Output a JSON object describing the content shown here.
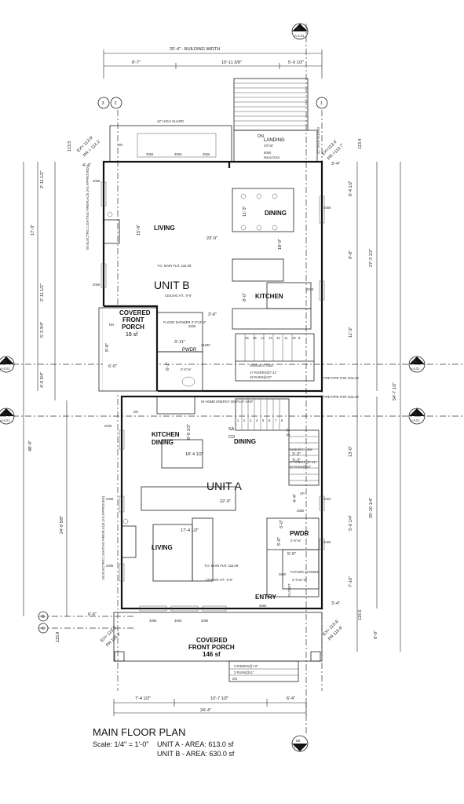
{
  "title": "MAIN FLOOR PLAN",
  "scale": "Scale: 1/4\" = 1'-0\"",
  "areas": {
    "unit_a": "UNIT A - AREA: 613.0 sf",
    "unit_b": "UNIT B - AREA: 630.0 sf"
  },
  "units": {
    "a": "UNIT A",
    "b": "UNIT B"
  },
  "rooms": {
    "landing": "LANDING",
    "landing_size": "3'6\"x8'",
    "dining_b": "DINING",
    "living_b": "LIVING",
    "kitchen_b": "KITCHEN",
    "covered_porch_b_1": "COVERED",
    "covered_porch_b_2": "FRONT",
    "covered_porch_b_3": "PORCH",
    "porch_b_area": "18 sf",
    "pwdr_b": "PWDR",
    "kitchen_dining_a_1": "KITCHEN",
    "kitchen_dining_a_2": "DINING",
    "dining_a": "DINING",
    "living_a": "LIVING",
    "pwdr_a": "PWDR",
    "entry_a": "ENTRY",
    "covered_porch_a_1": "COVERED",
    "covered_porch_a_2": "FRONT PORCH",
    "porch_a_area": "146 sf"
  },
  "notes": {
    "building_width": "25'-4\" - BUILDING WIDTH",
    "high_guard_top": "42\" HIGH GUARD",
    "high_guard_side": "42\" HIGH GUARD",
    "tom_main_b": "T.O. MAIN FLR.:119.38'",
    "ceiling_b": "CEILING HT.: 9'-6\"",
    "tom_main_a": "T.O. MAIN FLR.:116.08'",
    "ceiling_a": "CEILING HT.: 9'-6\"",
    "hr_energy": "IN-HOME ENERGY DISPLAY UNIT",
    "handrail_b": "handrail to code",
    "handrail_a": "handrail to code",
    "risers_b": "17 RISERS@7.41\"",
    "runs_b": "16 RUNS@10\"",
    "risers_a": "17 RISERS@7.41\"",
    "runs_a": "16 RUNS@10\"",
    "pre_pipe_1": "PRE-PIPE FOR SOLAR",
    "pre_pipe_2": "PRE-PIPE FOR SOLAR",
    "risers_porch_1": "3 RISERS@7.0\"",
    "risers_porch_2": "2 RUNS@11\"",
    "nana_door": "Nana Door",
    "nana_size": "8060",
    "future_shower": "FUTURE SHOWER",
    "future_closet": "CLOSET",
    "dn_landing": "DN",
    "dn_top": "DN",
    "dn_porch_b": "DN",
    "dn_a": "DN",
    "dn_porch_a": "DN",
    "up_a": "UP",
    "sa": "SA",
    "co": "CO",
    "ex_top_left": "EX= 113.9'",
    "pr_top_left": "PR = 114.1'",
    "ex_top_right": "EX=113.4'",
    "pr_top_right": "PR =113.7'",
    "ex_bot_left": "EX= 116.0'",
    "pr_bot_left": "PR 116.3'",
    "ex_bot_right": "EX= 115.6'",
    "pr_bot_right": "PR 115.9'",
    "elev_tl": "113.5",
    "elev_tr": "113.4",
    "elev_bl": "115.9",
    "elev_br": "115.5",
    "wardrobe_b": "W/ ELECTRIC LIGHTING FIREPLACE (AS APPROVED)",
    "wardrobe_a": "W/ ELECTRIC LIGHTING FIREPLACE (AS APPROVED)"
  },
  "dimensions": {
    "top_1": "8'-7\"",
    "top_2": "10'-11 3/8\"",
    "top_3": "5'-9 1/2\"",
    "bottom_1": "7'-4 1/2\"",
    "bottom_2": "10'-7 1/2\"",
    "bottom_3": "6'-4\"",
    "bottom_total": "24'-4\"",
    "left_1": "2'-11 1/2\"",
    "left_2": "17'-3\"",
    "left_3": "2'-11 1/2\"",
    "left_4": "5'-3 3/4\"",
    "left_5": "4'-9 3/4\"",
    "left_total": "48'-9\"",
    "left_a": "24'-9 5/8\"",
    "right_1": "6'-4 1/2\"",
    "right_2": "9'-8\"",
    "right_3": "11'-3\"",
    "right_4": "13'-0\"",
    "right_5": "5'-0 1/4\"",
    "right_6": "7'-10\"",
    "right_7": "6'-0\"",
    "right_total_b": "27'-3 1/2\"",
    "right_total": "54'-7 1/2\"",
    "right_total_a": "25'-10 1/4\"",
    "living_b_w": "23'-9\"",
    "living_b_h": "15'-8\"",
    "dining_b_h": "11'-3\"",
    "kitchen_b_h": "18'-9\"",
    "kitchen_b_h2": "8'-0\"",
    "unit_a_w": "22'-9\"",
    "dining_a_w": "18'-4 1/2\"",
    "living_a_w": "17'-4 1/2\"",
    "kd_a_h": "8'-6 1/2\"",
    "pwdr_a_w": "5'-0\"",
    "pwdr_a_h": "5'-0\"",
    "porch_b_w": "6'-0\"",
    "porch_b_h": "9'-8\"",
    "a_left": "6'-6\"",
    "top_left_cant": "4'-4\"",
    "top_right_cant": "3'-4\"",
    "bot_right_cant": "3'-4\"",
    "d_3_6": "3'-6\"",
    "d_3_11": "3'-11\"",
    "d_6_1": "6'-1\"",
    "d_3_3": "3'-3\"",
    "d_3_3b": "3'-3\"",
    "d_3_3c": "3'-3\"",
    "d_4_4": "4'-4\"",
    "d_5_0": "5'-0\""
  },
  "window_tags": {
    "w1": "3056",
    "w2": "3056",
    "w3": "3056",
    "w4": "2056",
    "w5": "2056",
    "w6": "2036",
    "w7": "2056",
    "w8": "2056",
    "w9": "3056",
    "w10": "3056",
    "w11": "3056",
    "w12": "4056",
    "w13": "2026",
    "w14": "2020",
    "w15": "2020",
    "w16": "3060",
    "w17": "2880",
    "w18": "3660",
    "w19": "2630",
    "w20": "21080"
  },
  "grid_markers": {
    "col_3": "3",
    "col_2": "2",
    "col_1": "1",
    "row_b": "B",
    "row_c": "C",
    "bb": "BB",
    "aa": "AA",
    "aa2": "Aa",
    "sheet": "A-4.01"
  },
  "stair_numbers_b": [
    "16",
    "15",
    "14",
    "13",
    "12",
    "11",
    "10",
    "9"
  ],
  "stair_numbers_a": [
    "1",
    "2",
    "3",
    "4",
    "5",
    "6",
    "7",
    "8"
  ],
  "rooms_sizes": {
    "pwdr_a_size": "2'-6\"x4'",
    "pwdr_b_size": "2'-6\"x4'",
    "future_size": "2'-6\"x2'-0\"",
    "shower_b": "FLOOR SHOWER 3'-0\"x3'-0\""
  }
}
